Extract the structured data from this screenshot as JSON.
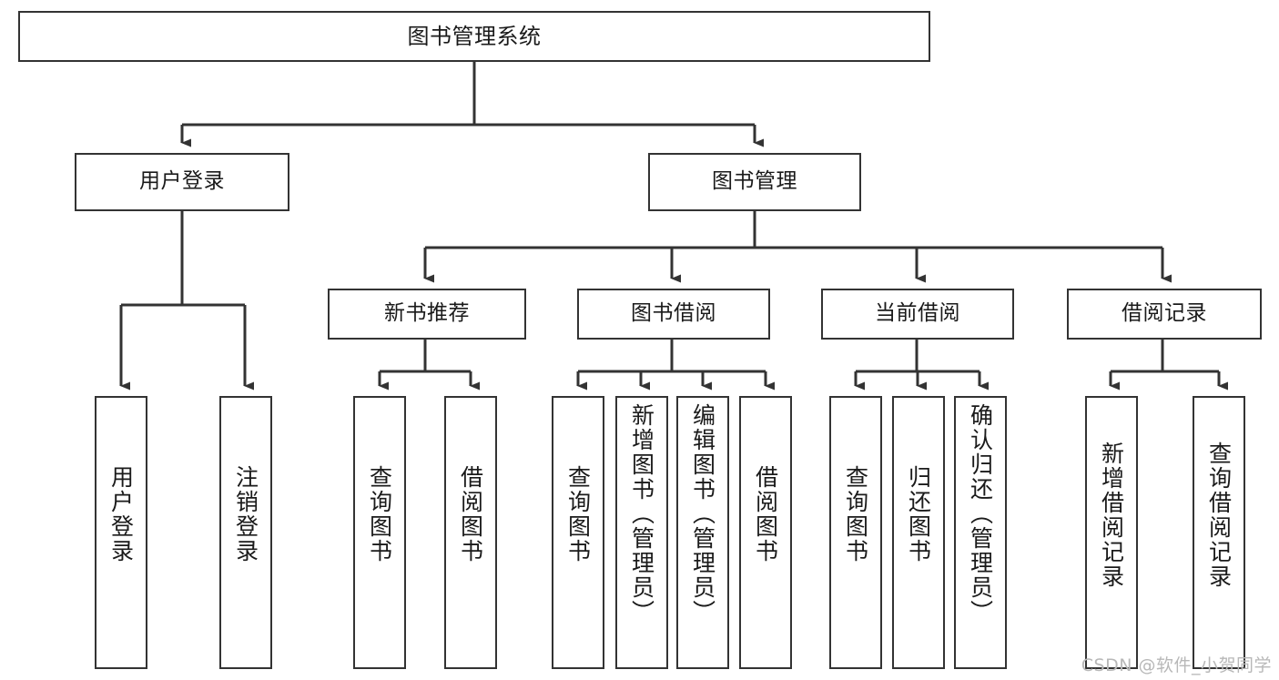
{
  "diagram": {
    "title_node": {
      "label": "图书管理系统"
    },
    "level2": [
      {
        "id": "user-login",
        "label": "用户登录"
      },
      {
        "id": "book-management",
        "label": "图书管理"
      }
    ],
    "level3": [
      {
        "id": "new-book-recommend",
        "label": "新书推荐"
      },
      {
        "id": "book-borrow",
        "label": "图书借阅"
      },
      {
        "id": "current-borrow",
        "label": "当前借阅"
      },
      {
        "id": "borrow-record",
        "label": "借阅记录"
      }
    ],
    "leaves": {
      "user_login": [
        {
          "id": "leaf-user-login",
          "label": "用户登录"
        },
        {
          "id": "leaf-logout-login",
          "label": "注销登录"
        }
      ],
      "new_book_recommend": [
        {
          "id": "leaf-query-book-1",
          "label": "查询图书"
        },
        {
          "id": "leaf-borrow-book-1",
          "label": "借阅图书"
        }
      ],
      "book_borrow": [
        {
          "id": "leaf-query-book-2",
          "label": "查询图书"
        },
        {
          "id": "leaf-add-book",
          "label": "新增图书（管理员）"
        },
        {
          "id": "leaf-edit-book",
          "label": "编辑图书（管理员）"
        },
        {
          "id": "leaf-borrow-book-2",
          "label": "借阅图书"
        }
      ],
      "current_borrow": [
        {
          "id": "leaf-query-book-3",
          "label": "查询图书"
        },
        {
          "id": "leaf-return-book",
          "label": "归还图书"
        },
        {
          "id": "leaf-confirm-return",
          "label": "确认归还（管理员）"
        }
      ],
      "borrow_record": [
        {
          "id": "leaf-add-borrow-record",
          "label": "新增借阅记录"
        },
        {
          "id": "leaf-query-borrow-record",
          "label": "查询借阅记录"
        }
      ]
    },
    "watermark": "CSDN @软件_小贺同学",
    "colors": {
      "stroke": "#333333",
      "fill": "#ffffff",
      "text": "#1a1a1a",
      "watermark": "#b8b8b8"
    }
  }
}
